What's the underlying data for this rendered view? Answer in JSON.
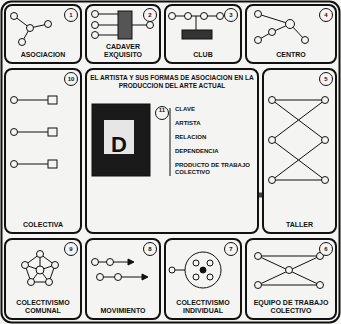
{
  "diagram": {
    "nodes": [
      {
        "text": [
          "ASOCIACION",
          "1"
        ]
      },
      {
        "text": [
          "CADAVER EXQUISITO",
          "2"
        ]
      },
      {
        "text": [
          "CLUB",
          "3"
        ]
      },
      {
        "text": [
          "CENTRO",
          "4"
        ]
      },
      {
        "text": [
          "COLECTIVA",
          "10"
        ]
      },
      {
        "text": [
          "EL ARTISTA Y SUS FORMAS DE ASOCIACION EN LA PRODUCCION DEL ARTE ACTUAL"
        ]
      },
      {
        "text": [
          "TALLER",
          "5"
        ]
      },
      {
        "text": [
          "COLECTIVISMO COMUNAL",
          "9"
        ]
      },
      {
        "text": [
          "MOVIMIENTO",
          "8"
        ]
      },
      {
        "text": [
          "COLECTIVISMO INDIVIDUAL",
          "7"
        ]
      },
      {
        "text": [
          "EQUIPO DE TRABAJO COLECTIVO",
          "6"
        ]
      }
    ],
    "edges": [
      {
        "from": 5,
        "to": 6,
        "arrow": "none"
      }
    ],
    "labels": [
      "D",
      "11",
      "CLAVE",
      "ARTISTA",
      "RELACION",
      "DEPENDENCIA",
      "PRODUCTO DE TRABAJO COLECTIVO"
    ]
  }
}
